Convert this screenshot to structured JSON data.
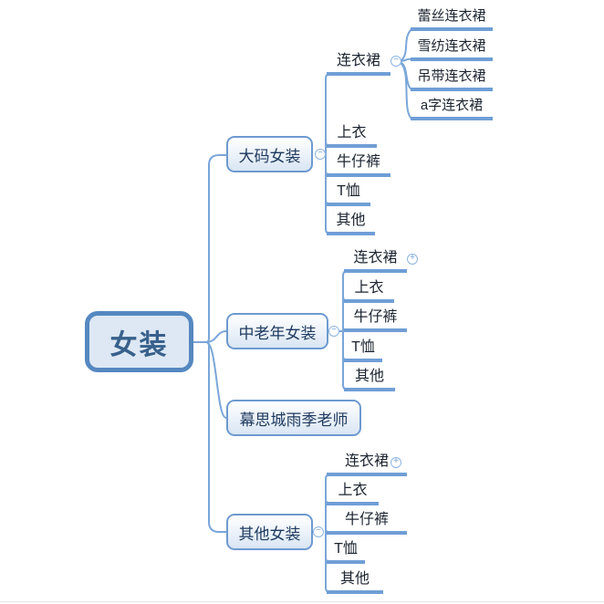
{
  "root": {
    "label": "女装"
  },
  "icons": {
    "collapse": "−",
    "expand": "+"
  },
  "branches": [
    {
      "label": "大码女装",
      "children": [
        {
          "label": "连衣裙",
          "children": [
            {
              "label": "蕾丝连衣裙"
            },
            {
              "label": "雪纺连衣裙"
            },
            {
              "label": "吊带连衣裙"
            },
            {
              "label": "a字连衣裙"
            }
          ]
        },
        {
          "label": "上衣"
        },
        {
          "label": "牛仔裤"
        },
        {
          "label": "T恤"
        },
        {
          "label": "其他"
        }
      ]
    },
    {
      "label": "中老年女装",
      "children": [
        {
          "label": "连衣裙"
        },
        {
          "label": "上衣"
        },
        {
          "label": "牛仔裤"
        },
        {
          "label": "T恤"
        },
        {
          "label": "其他"
        }
      ]
    },
    {
      "label": "幕思城雨季老师"
    },
    {
      "label": "其他女装",
      "children": [
        {
          "label": "连衣裙"
        },
        {
          "label": "上衣"
        },
        {
          "label": "牛仔裤"
        },
        {
          "label": "T恤"
        },
        {
          "label": "其他"
        }
      ]
    }
  ],
  "colors": {
    "connector": "#7aa6d9",
    "underline": "#6f9ed6",
    "topic_border": "#6d9ad0",
    "root_border": "#5588c0",
    "root_fill": "#dde8f4",
    "topic_fill_bottom": "#d9e6f4",
    "root_text": "#38618c",
    "topic_text": "#1f3a60",
    "leaf_text": "#1c2430",
    "toggle_ring": "#8db4e2"
  }
}
